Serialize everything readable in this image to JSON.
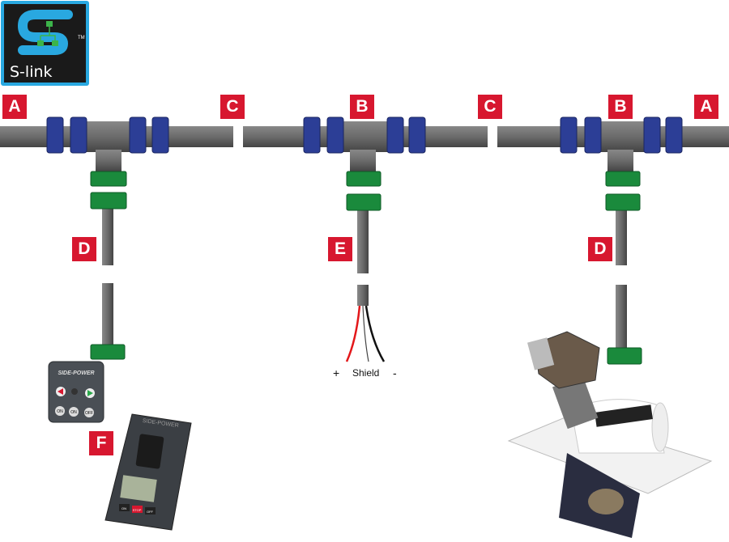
{
  "logo": {
    "text": "S-link",
    "tm": "TM"
  },
  "labels": {
    "a1": "A",
    "c1": "C",
    "b1": "B",
    "c2": "C",
    "b2": "B",
    "a2": "A",
    "d1": "D",
    "e": "E",
    "d2": "D",
    "f": "F"
  },
  "wires": {
    "plus": "+",
    "shield": "Shield",
    "minus": "-"
  },
  "panel1": {
    "brand": "SIDE-POWER",
    "on1": "ON",
    "on2": "ON",
    "off": "OFF"
  },
  "panel2": {
    "brand": "SIDE-POWER",
    "on": "ON",
    "stop": "STOP",
    "off": "OFF"
  },
  "colors": {
    "cable": "#6b6b6b",
    "connector": "#2c3e96",
    "drop_connector": "#1a8a3c",
    "label": "#d7172f",
    "logo_bg": "#1a1a1a",
    "logo_accent": "#29a8e0"
  }
}
